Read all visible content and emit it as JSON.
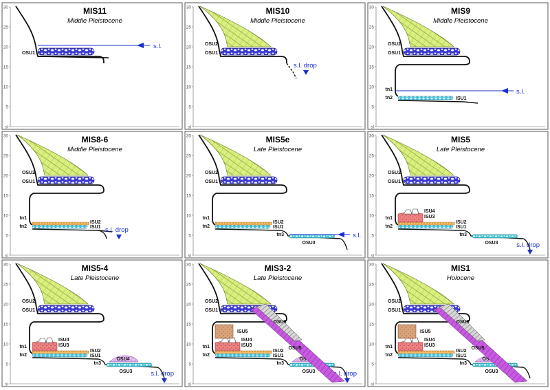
{
  "axis": {
    "y_ticks": [
      "30",
      "25",
      "20",
      "15",
      "10",
      "5",
      "sl"
    ]
  },
  "colors": {
    "frame": "#555555",
    "grid": "#999999",
    "profile": "#111111",
    "sea_level": "#1a2fd0",
    "osu1": "#3b3ad1",
    "osu2": "#d9ef7f",
    "osu3": "#3fc4d6",
    "osu4": "#d9a6e8",
    "osu5": "#c75be0",
    "osu6": "#b8b8b8",
    "isu1": "#45c5e0",
    "isu2": "#e8a040",
    "isu3": "#f08080",
    "isu4": "#ffffff",
    "isu5": "#d9a27a"
  },
  "panels": [
    {
      "title": "MIS11",
      "subtitle": "Middle Pleistocene",
      "labels": {
        "osu1": "OSU1",
        "osu2": "",
        "osu3": "",
        "osu4": "",
        "osu5": "",
        "osu6": "",
        "isu1": "",
        "isu2": "",
        "isu3": "",
        "isu4": "",
        "isu5": "",
        "tn1": "",
        "tn2": "",
        "tn3": ""
      },
      "sea_level_label": "s.l."
    },
    {
      "title": "MIS10",
      "subtitle": "Middle Pleistocene",
      "labels": {
        "osu1": "OSU1",
        "osu2": "OSU2",
        "osu3": "",
        "osu4": "",
        "osu5": "",
        "osu6": "",
        "isu1": "",
        "isu2": "",
        "isu3": "",
        "isu4": "",
        "isu5": "",
        "tn1": "",
        "tn2": "",
        "tn3": ""
      },
      "sea_level_label": "s.l. drop"
    },
    {
      "title": "MIS9",
      "subtitle": "Middle Pleistocene",
      "labels": {
        "osu1": "OSU1",
        "osu2": "OSU2",
        "osu3": "",
        "osu4": "",
        "osu5": "",
        "osu6": "",
        "isu1": "ISU1",
        "isu2": "",
        "isu3": "",
        "isu4": "",
        "isu5": "",
        "tn1": "tn1",
        "tn2": "tn2",
        "tn3": ""
      },
      "sea_level_label": "s.l."
    },
    {
      "title": "MIS8-6",
      "subtitle": "Middle Pleistocene",
      "labels": {
        "osu1": "OSU1",
        "osu2": "OSU2",
        "osu3": "",
        "osu4": "",
        "osu5": "",
        "osu6": "",
        "isu1": "ISU1",
        "isu2": "ISU2",
        "isu3": "",
        "isu4": "",
        "isu5": "",
        "tn1": "tn1",
        "tn2": "tn2",
        "tn3": ""
      },
      "sea_level_label": "s.l. drop"
    },
    {
      "title": "MIS5e",
      "subtitle": "Late Pleistocene",
      "labels": {
        "osu1": "OSU1",
        "osu2": "OSU2",
        "osu3": "OSU3",
        "osu4": "",
        "osu5": "",
        "osu6": "",
        "isu1": "ISU1",
        "isu2": "ISU2",
        "isu3": "",
        "isu4": "",
        "isu5": "",
        "tn1": "tn1",
        "tn2": "tn2",
        "tn3": "tn3"
      },
      "sea_level_label": "s.l."
    },
    {
      "title": "MIS5",
      "subtitle": "Late Pleistocene",
      "labels": {
        "osu1": "OSU1",
        "osu2": "OSU2",
        "osu3": "OSU3",
        "osu4": "",
        "osu5": "",
        "osu6": "",
        "isu1": "ISU1",
        "isu2": "ISU2",
        "isu3": "ISU3",
        "isu4": "ISU4",
        "isu5": "",
        "tn1": "tn1",
        "tn2": "tn2",
        "tn3": "tn3"
      },
      "sea_level_label": "s.l. drop"
    },
    {
      "title": "MIS5-4",
      "subtitle": "Late Pleistocene",
      "labels": {
        "osu1": "OSU1",
        "osu2": "OSU2",
        "osu3": "OSU3",
        "osu4": "OSU4",
        "osu5": "",
        "osu6": "",
        "isu1": "ISU1",
        "isu2": "ISU2",
        "isu3": "ISU3",
        "isu4": "ISU4",
        "isu5": "",
        "tn1": "tn1",
        "tn2": "tn2",
        "tn3": "tn3"
      },
      "sea_level_label": "s.l. drop"
    },
    {
      "title": "MIS3-2",
      "subtitle": "Late Pleistocene",
      "labels": {
        "osu1": "OSU1",
        "osu2": "OSU2",
        "osu3": "OSU3",
        "osu4": "OSU4",
        "osu5": "OSU5",
        "osu6": "OSU6",
        "isu1": "ISU1",
        "isu2": "ISU2",
        "isu3": "ISU3",
        "isu4": "ISU4",
        "isu5": "ISU5",
        "tn1": "tn1",
        "tn2": "tn2",
        "tn3": "tn3"
      },
      "sea_level_label": "s.l. drop"
    },
    {
      "title": "MIS1",
      "subtitle": "Holocene",
      "labels": {
        "osu1": "OSU1",
        "osu2": "OSU2",
        "osu3": "OSU3",
        "osu4": "OSU4",
        "osu5": "OSU5",
        "osu6": "OSU6",
        "isu1": "ISU1",
        "isu2": "ISU2",
        "isu3": "ISU3",
        "isu4": "ISU4",
        "isu5": "ISU5",
        "tn1": "tn1",
        "tn2": "tn2",
        "tn3": "tn3"
      },
      "sea_level_label": ""
    }
  ]
}
